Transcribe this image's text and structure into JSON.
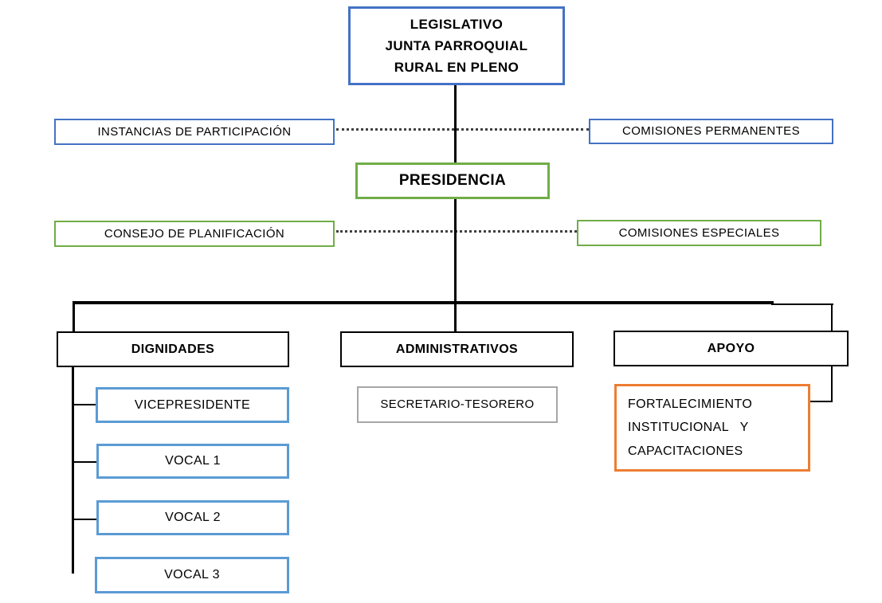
{
  "diagram": {
    "type": "org-chart",
    "nodes": {
      "legislativo": {
        "label": "LEGISLATIVO\nJUNTA PARROQUIAL\nRURAL EN PLENO",
        "border_color": "#4472C4"
      },
      "instancias_participacion": {
        "label": "INSTANCIAS DE PARTICIPACIÓN",
        "border_color": "#4472C4"
      },
      "comisiones_permanentes": {
        "label": "COMISIONES PERMANENTES",
        "border_color": "#4472C4"
      },
      "presidencia": {
        "label": "PRESIDENCIA",
        "border_color": "#70AD47"
      },
      "consejo_planificacion": {
        "label": "CONSEJO DE PLANIFICACIÓN",
        "border_color": "#70AD47"
      },
      "comisiones_especiales": {
        "label": "COMISIONES ESPECIALES",
        "border_color": "#70AD47"
      },
      "dignidades": {
        "label": "DIGNIDADES",
        "border_color": "#000000"
      },
      "administrativos": {
        "label": "ADMINISTRATIVOS",
        "border_color": "#000000"
      },
      "apoyo": {
        "label": "APOYO",
        "border_color": "#000000"
      },
      "vicepresidente": {
        "label": "VICEPRESIDENTE",
        "border_color": "#5B9BD5"
      },
      "vocal_1": {
        "label": "VOCAL 1",
        "border_color": "#5B9BD5"
      },
      "vocal_2": {
        "label": "VOCAL 2",
        "border_color": "#5B9BD5"
      },
      "vocal_3": {
        "label": "VOCAL 3",
        "border_color": "#5B9BD5"
      },
      "secretario_tesorero": {
        "label": "SECRETARIO-TESORERO",
        "border_color": "#A6A6A6"
      },
      "fortalecimiento": {
        "label": "FORTALECIMIENTO\nINSTITUCIONAL   Y\nCAPACITACIONES",
        "border_color": "#ED7D31"
      }
    },
    "edges": [
      {
        "from": "legislativo",
        "to": "presidencia",
        "style": "solid"
      },
      {
        "from": "instancias_participacion",
        "to": "comisiones_permanentes",
        "style": "dotted"
      },
      {
        "from": "consejo_planificacion",
        "to": "comisiones_especiales",
        "style": "dotted"
      },
      {
        "from": "presidencia",
        "to": "dignidades",
        "style": "solid"
      },
      {
        "from": "presidencia",
        "to": "administrativos",
        "style": "solid"
      },
      {
        "from": "presidencia",
        "to": "apoyo",
        "style": "solid"
      },
      {
        "from": "dignidades",
        "to": "vicepresidente",
        "style": "solid"
      },
      {
        "from": "dignidades",
        "to": "vocal_1",
        "style": "solid"
      },
      {
        "from": "dignidades",
        "to": "vocal_2",
        "style": "solid"
      },
      {
        "from": "dignidades",
        "to": "vocal_3",
        "style": "solid"
      },
      {
        "from": "apoyo",
        "to": "fortalecimiento",
        "style": "solid"
      }
    ],
    "colors": {
      "blue": "#4472C4",
      "green": "#70AD47",
      "light_blue": "#5B9BD5",
      "orange": "#ED7D31",
      "gray": "#A6A6A6",
      "line_black": "#000000",
      "background": "#FFFFFF"
    }
  }
}
